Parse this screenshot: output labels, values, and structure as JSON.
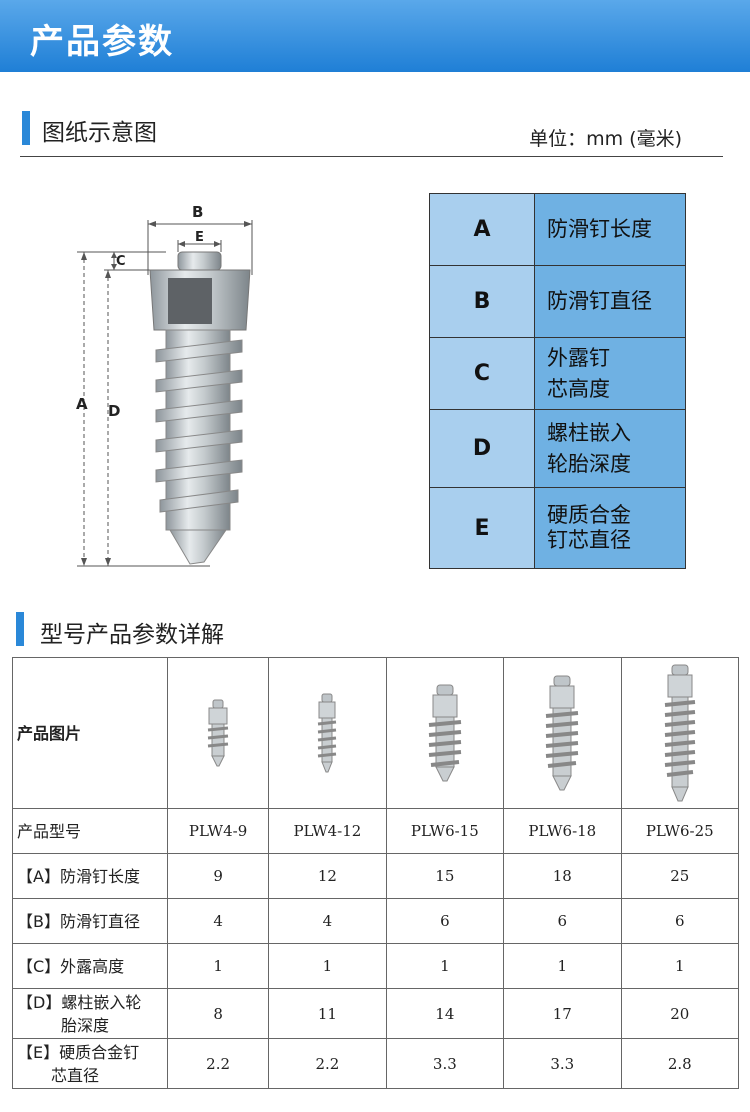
{
  "banner": {
    "title": "产品参数"
  },
  "diagram_section": {
    "title": "图纸示意图",
    "unit": "单位：mm (毫米)"
  },
  "diagram": {
    "labels": {
      "a": "A",
      "b": "B",
      "c": "C",
      "d": "D",
      "e": "E"
    }
  },
  "legend": [
    {
      "key": "A",
      "lines": [
        "防滑钉长度"
      ]
    },
    {
      "key": "B",
      "lines": [
        "防滑钉直径"
      ]
    },
    {
      "key": "C",
      "lines": [
        "外露钉",
        "芯高度"
      ]
    },
    {
      "key": "D",
      "lines": [
        "螺柱嵌入",
        "轮胎深度"
      ]
    },
    {
      "key": "E",
      "lines": [
        "硬质合金",
        "钉芯直径"
      ]
    }
  ],
  "params_section": {
    "title": "型号产品参数详解"
  },
  "params": {
    "image_label": "产品图片",
    "models_label": "产品型号",
    "models": [
      "PLW4-9",
      "PLW4-12",
      "PLW6-15",
      "PLW6-18",
      "PLW6-25"
    ],
    "rows": [
      {
        "label": [
          "【A】防滑钉长度"
        ],
        "values": [
          "9",
          "12",
          "15",
          "18",
          "25"
        ]
      },
      {
        "label": [
          "【B】防滑钉直径"
        ],
        "values": [
          "4",
          "4",
          "6",
          "6",
          "6"
        ]
      },
      {
        "label": [
          "【C】外露高度"
        ],
        "values": [
          "1",
          "1",
          "1",
          "1",
          "1"
        ]
      },
      {
        "label": [
          "【D】螺柱嵌入轮",
          "胎深度"
        ],
        "values": [
          "8",
          "11",
          "14",
          "17",
          "20"
        ]
      },
      {
        "label": [
          "【E】硬质合金钉",
          "芯直径"
        ],
        "values": [
          "2.2",
          "2.2",
          "3.3",
          "3.3",
          "2.8"
        ]
      }
    ]
  },
  "colors": {
    "banner": "#1f7fd6",
    "accent": "#2a88d8",
    "legend_key": "#a9cfee",
    "legend_value": "#6fb1e3"
  }
}
